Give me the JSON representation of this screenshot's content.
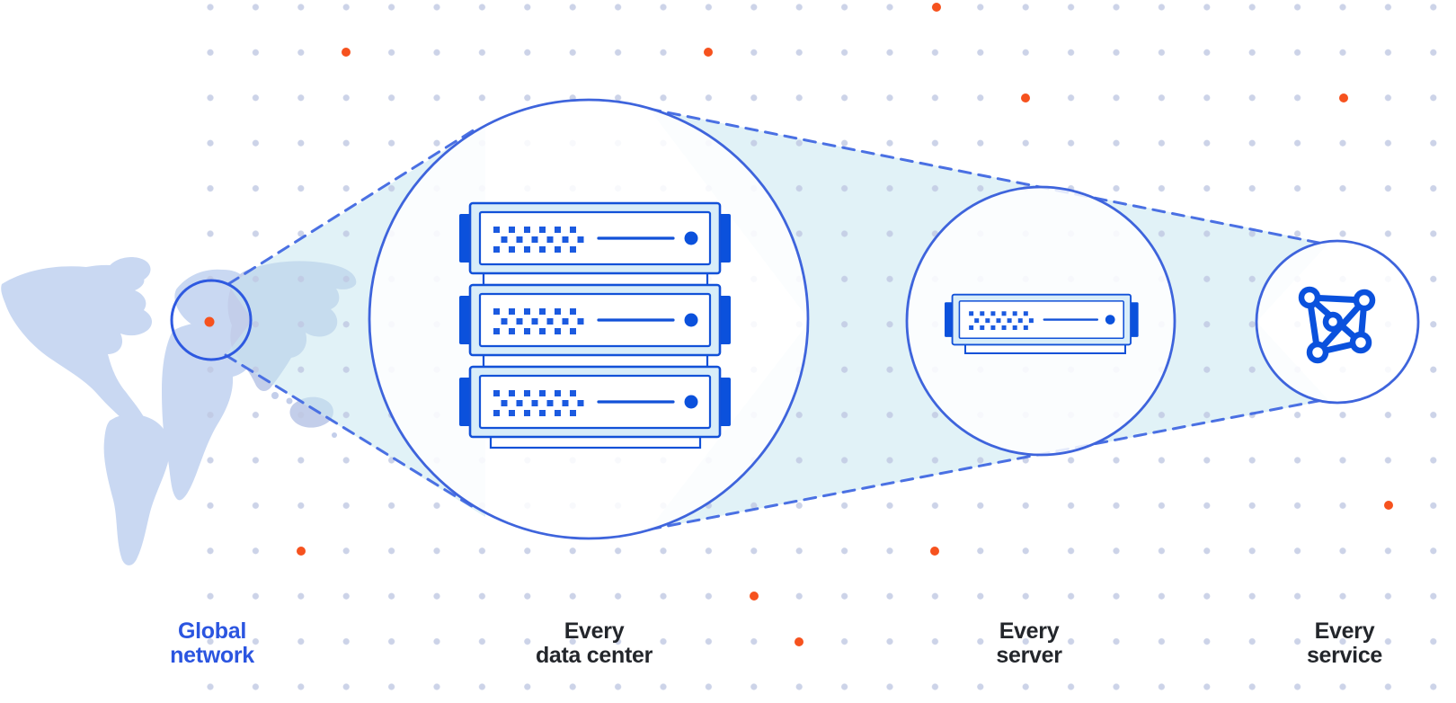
{
  "figure": {
    "type": "zoom-sequence-diagram",
    "stages": [
      {
        "label_line1": "Global",
        "label_line2": "network",
        "highlighted": true,
        "icon": "world-map-location"
      },
      {
        "label_line1": "Every",
        "label_line2": "data center",
        "highlighted": false,
        "icon": "server-stack"
      },
      {
        "label_line1": "Every",
        "label_line2": "server",
        "highlighted": false,
        "icon": "server"
      },
      {
        "label_line1": "Every",
        "label_line2": "service",
        "highlighted": false,
        "icon": "network-graph"
      }
    ]
  },
  "colors": {
    "accent_orange": "#F6521E",
    "primary_blue": "#0B51DC",
    "circle_stroke_blue": "#3E64DC",
    "dashed_line_blue": "#4A70E3",
    "label_blue": "#2B55E0",
    "label_dark": "#23262B",
    "beam_cyan": "#E2F2F8",
    "server_fill_light": "#D8EDF9",
    "map_land": "#C9D8F2",
    "map_land_east": "#C3CEEA",
    "grid_dot": "#BFC8E2"
  }
}
